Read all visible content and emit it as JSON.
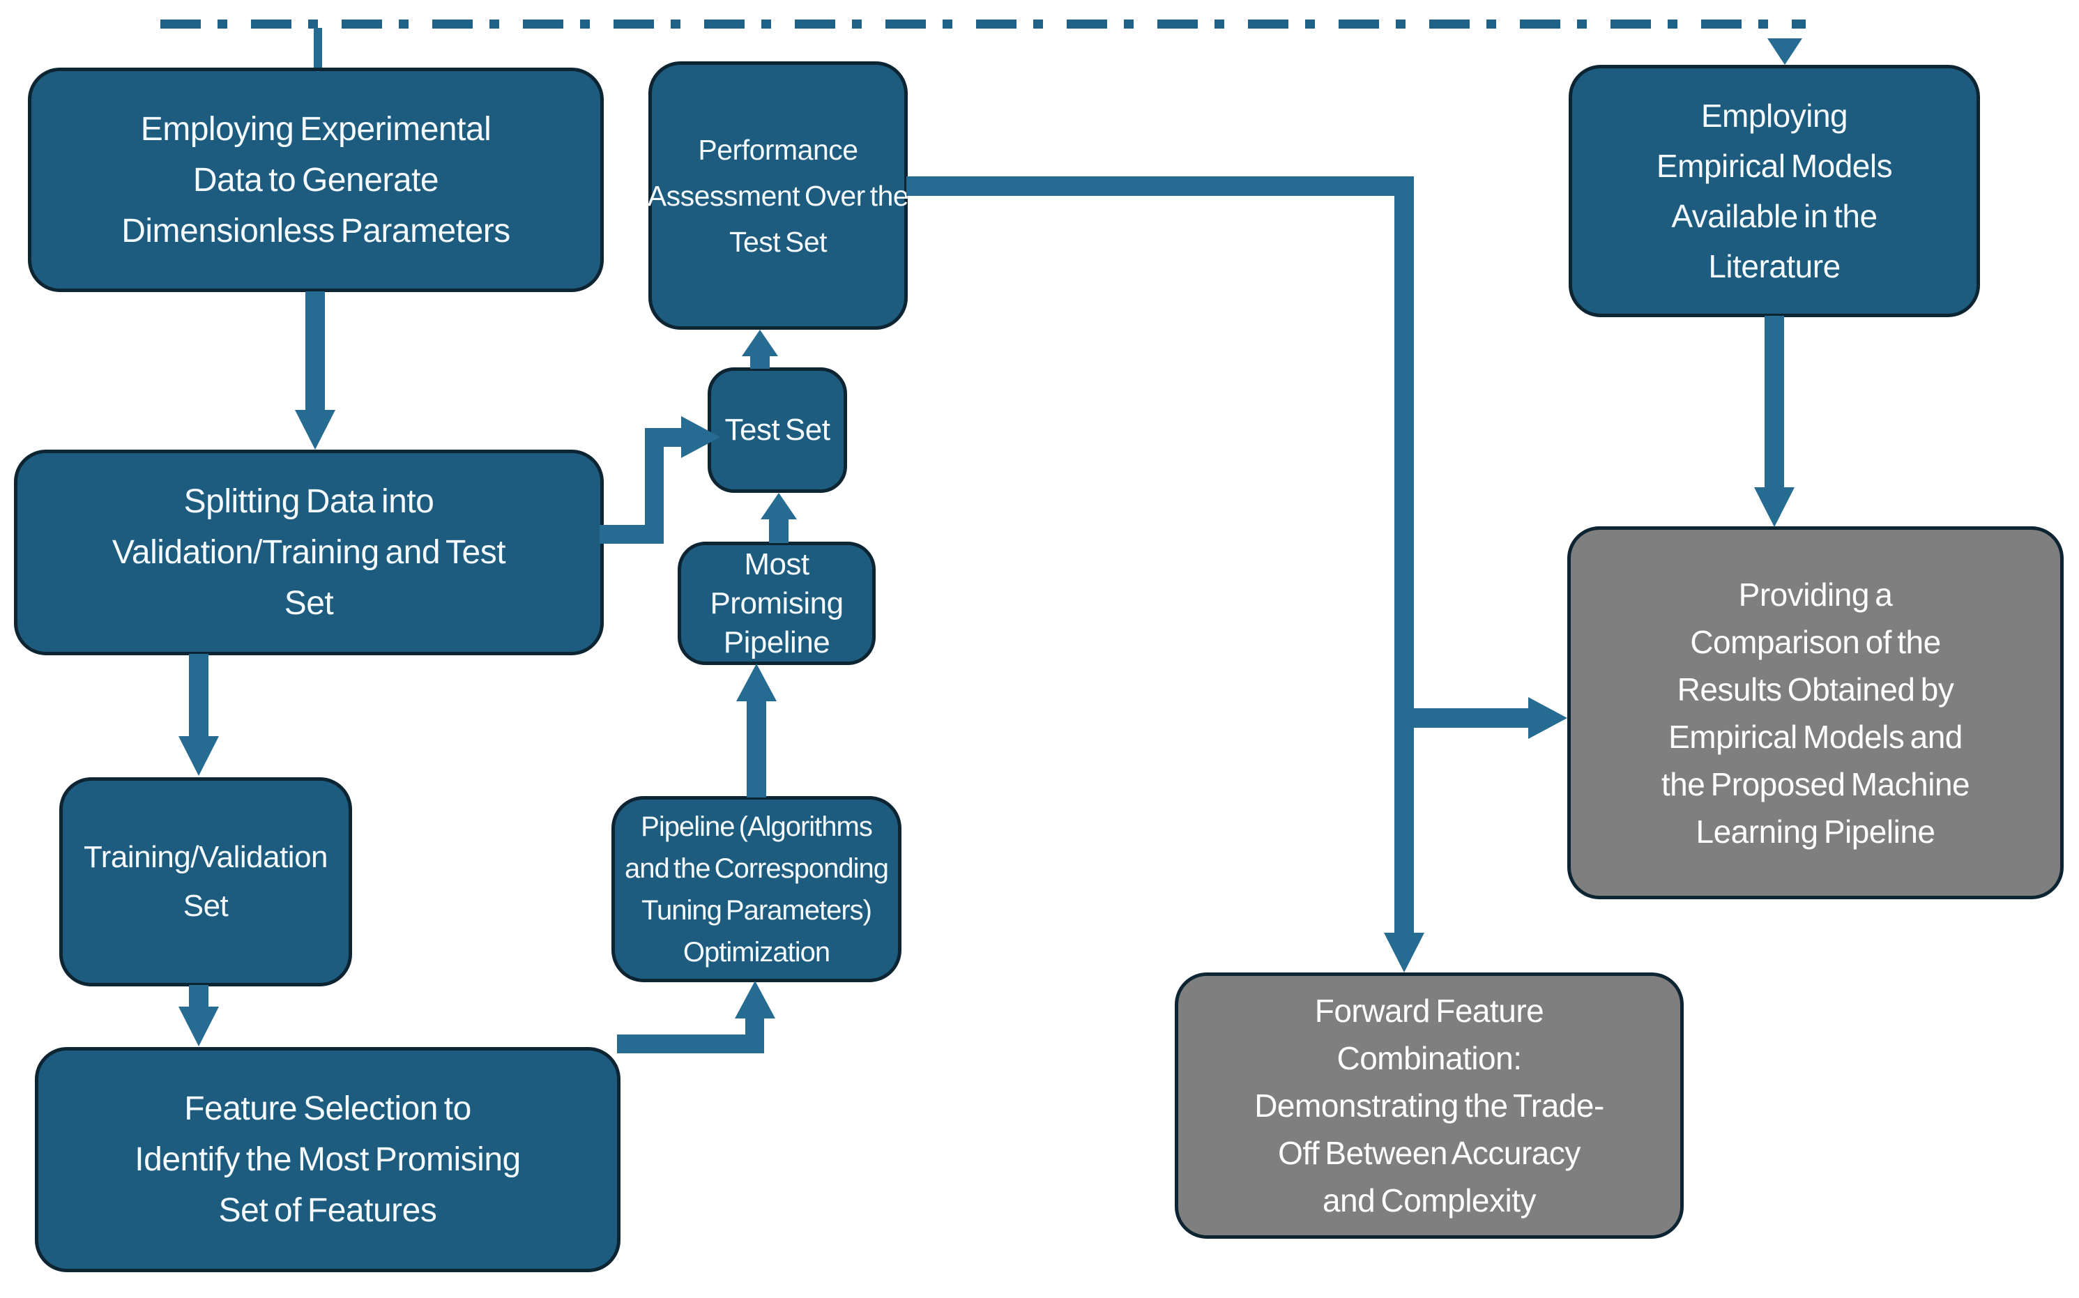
{
  "diagram": {
    "colors": {
      "node_teal": "#1d5c7e",
      "node_gray": "#7f7f7f",
      "node_border": "#0d2433",
      "connector": "#266b92",
      "text_on_teal": "#f4fafd",
      "text_on_gray": "#ffffff",
      "background": "#ffffff"
    },
    "nodes": {
      "experimental": {
        "lines": [
          "Employing Experimental",
          "Data to Generate",
          "Dimensionless Parameters"
        ]
      },
      "splitting": {
        "lines": [
          "Splitting Data into",
          "Validation/Training and Test",
          "Set"
        ]
      },
      "training": {
        "lines": [
          "Training/Validation",
          "Set"
        ]
      },
      "feature": {
        "lines": [
          "Feature Selection to",
          "Identify the Most Promising",
          "Set of Features"
        ]
      },
      "performance": {
        "lines": [
          "Performance",
          "Assessment Over the",
          "Test Set"
        ]
      },
      "testset": {
        "lines": [
          "Test Set"
        ]
      },
      "promising": {
        "lines": [
          "Most",
          "Promising",
          "Pipeline"
        ]
      },
      "pipeline": {
        "lines": [
          "Pipeline (Algorithms",
          "and the Corresponding",
          "Tuning Parameters)",
          "Optimization"
        ]
      },
      "empirical": {
        "lines": [
          "Employing",
          "Empirical Models",
          "Available in the",
          "Literature"
        ]
      },
      "comparison": {
        "lines": [
          "Providing a",
          "Comparison of the",
          "Results Obtained by",
          "Empirical Models and",
          "the Proposed Machine",
          "Learning Pipeline"
        ]
      },
      "forward": {
        "lines": [
          "Forward Feature",
          "Combination:",
          "Demonstrating the Trade-",
          "Off Between Accuracy",
          "and Complexity"
        ]
      }
    }
  }
}
